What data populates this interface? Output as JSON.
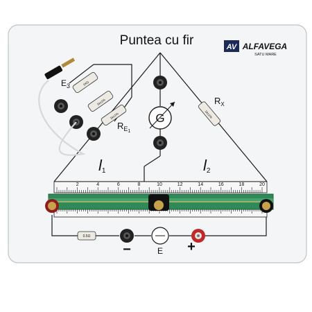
{
  "board": {
    "title": "Puntea cu fir",
    "brand": "ALFAVEGA",
    "brand_sub": "SATU MARE",
    "brand_mark": "AV"
  },
  "labels": {
    "re3": "E",
    "re3_num": "3",
    "re1": "R",
    "re1_sub": "E",
    "re1_num": "1",
    "rx": "R",
    "rx_sub": "X",
    "galvanometer": "G",
    "l1": "l",
    "l1_sub": "1",
    "l2": "l",
    "l2_sub": "2",
    "source": "E",
    "minus": "−",
    "plus": "+"
  },
  "resistor_codes": [
    "1KΩ",
    "1k±1%",
    "1k±1%",
    "0.5Ω"
  ],
  "scale": {
    "ticks": [
      "2",
      "4",
      "6",
      "8",
      "10",
      "12",
      "14",
      "16",
      "18",
      "20"
    ]
  },
  "colors": {
    "board": "#f3f4f5",
    "wire": "#1a1a1a",
    "rail": "#2f8a57",
    "socket_black": "#222222",
    "socket_red": "#c0282a",
    "brass": "#c8a24a"
  },
  "icons": {
    "galvanometer": "galvanometer-icon",
    "battery": "battery-symbol-icon",
    "plug": "banana-plug-icon"
  }
}
